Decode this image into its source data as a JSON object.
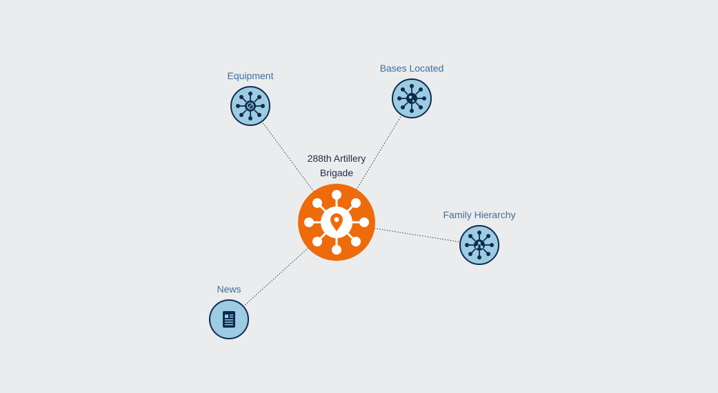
{
  "diagram": {
    "center": {
      "label_line1": "288th Artillery",
      "label_line2": "Brigade",
      "icon": "network-location-pin-icon",
      "color": "#ee6b0b"
    },
    "nodes": [
      {
        "id": "equipment",
        "label": "Equipment",
        "icon": "network-equipment-icon"
      },
      {
        "id": "bases",
        "label": "Bases Located",
        "icon": "network-globe-icon"
      },
      {
        "id": "family",
        "label": "Family Hierarchy",
        "icon": "network-hierarchy-icon"
      },
      {
        "id": "news",
        "label": "News",
        "icon": "newspaper-icon"
      }
    ],
    "colors": {
      "node_fill": "#9ccbe2",
      "node_stroke": "#0d2a4f",
      "label": "#3d6f9e",
      "background": "#ebeced"
    }
  }
}
